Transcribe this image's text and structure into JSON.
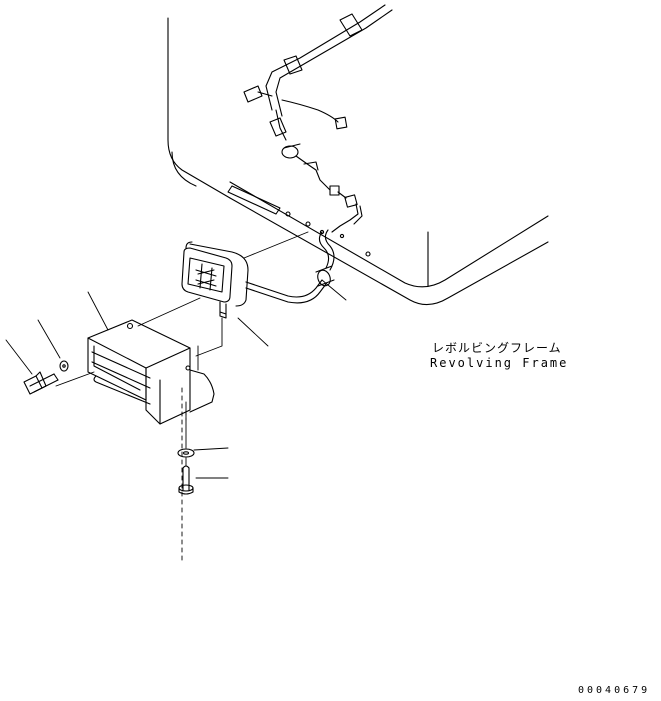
{
  "labels": {
    "part_name_jp": "レボルビングフレーム",
    "part_name_en": "Revolving Frame",
    "drawing_number": "00040679"
  },
  "colors": {
    "line": "#000000",
    "background": "#ffffff"
  }
}
